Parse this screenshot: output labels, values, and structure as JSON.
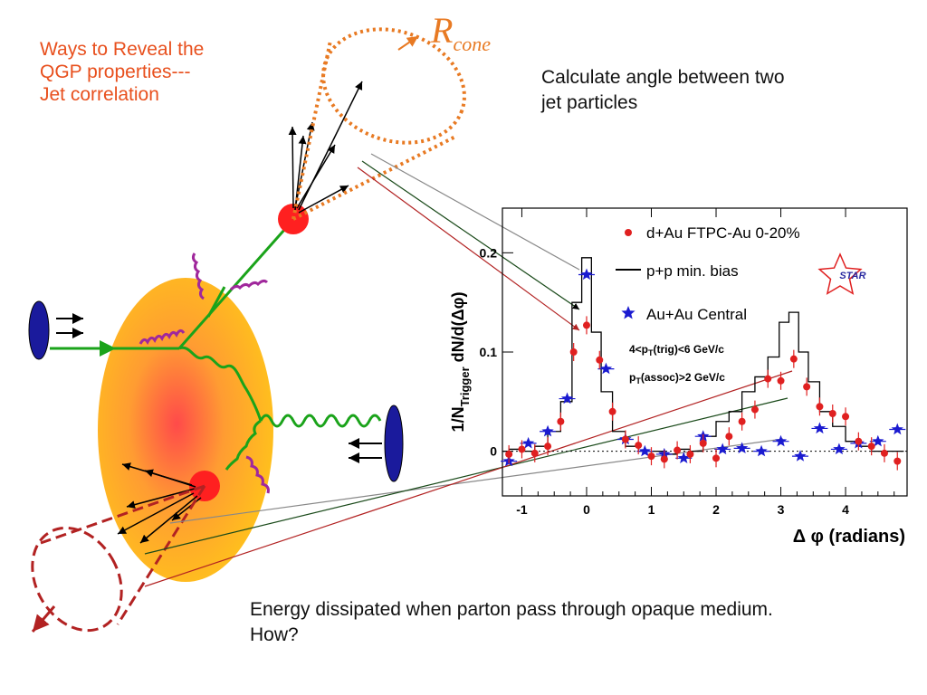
{
  "slide": {
    "title_lines": [
      "Ways to Reveal the",
      "QGP properties---",
      "Jet correlation"
    ],
    "top_note_lines": [
      "Calculate angle between two",
      "jet particles"
    ],
    "bottom_note_lines": [
      "Energy dissipated when parton pass through opaque medium.",
      "How?"
    ],
    "rcone_main": "R",
    "rcone_sub": "cone"
  },
  "colors": {
    "title": "#e8501e",
    "cone": "#e87a23",
    "away_cone": "#b22222",
    "gluon": "#1aa31a",
    "purple_gluon": "#a0289c",
    "parton": "#ff2020",
    "nucleus": "#1a1a9c"
  },
  "chart_data": {
    "type": "scatter",
    "xlabel": "Δ φ (radians)",
    "ylabel_parts": [
      "1/N",
      "Trigger",
      " dN/d(Δφ)"
    ],
    "xlim": [
      -1.3,
      4.95
    ],
    "ylim": [
      -0.045,
      0.245
    ],
    "xticks": [
      -1,
      0,
      1,
      2,
      3,
      4
    ],
    "yticks": [
      0,
      0.1,
      0.2
    ],
    "xtick_labels": [
      "-1",
      "0",
      "1",
      "2",
      "3",
      "4"
    ],
    "ytick_labels": [
      "0",
      "0.1",
      "0.2"
    ],
    "legend": [
      {
        "label": "d+Au FTPC-Au 0-20%",
        "marker": "circle",
        "color": "#e02020"
      },
      {
        "label": "p+p min. bias",
        "marker": "line",
        "color": "#000000"
      },
      {
        "label": "Au+Au Central",
        "marker": "star",
        "color": "#1a1ad0"
      }
    ],
    "cuts": {
      "trig_pre": "4<p",
      "trig_sub": "T",
      "trig_post": "(trig)<6 GeV/c",
      "assoc_pre": "p",
      "assoc_sub": "T",
      "assoc_post": "(assoc)>2 GeV/c"
    },
    "logo_text": "STAR",
    "series": [
      {
        "name": "d+Au FTPC-Au 0-20%",
        "x": [
          -1.2,
          -1.0,
          -0.8,
          -0.6,
          -0.4,
          -0.2,
          0.0,
          0.2,
          0.4,
          0.6,
          0.8,
          1.0,
          1.2,
          1.4,
          1.6,
          1.8,
          2.0,
          2.2,
          2.4,
          2.6,
          2.8,
          3.0,
          3.2,
          3.4,
          3.6,
          3.8,
          4.0,
          4.2,
          4.4,
          4.6,
          4.8
        ],
        "y": [
          -0.003,
          0.002,
          -0.002,
          0.005,
          0.03,
          0.1,
          0.127,
          0.092,
          0.04,
          0.012,
          0.006,
          -0.005,
          -0.008,
          0.001,
          -0.003,
          0.008,
          -0.007,
          0.015,
          0.03,
          0.042,
          0.073,
          0.071,
          0.093,
          0.065,
          0.045,
          0.038,
          0.035,
          0.01,
          0.005,
          -0.002,
          -0.01
        ]
      },
      {
        "name": "Au+Au Central",
        "x": [
          -1.2,
          -0.9,
          -0.6,
          -0.3,
          0.0,
          0.3,
          0.6,
          0.9,
          1.2,
          1.5,
          1.8,
          2.1,
          2.4,
          2.7,
          3.0,
          3.3,
          3.6,
          3.9,
          4.2,
          4.5,
          4.8
        ],
        "y": [
          -0.01,
          0.008,
          0.02,
          0.053,
          0.178,
          0.083,
          0.012,
          0.0,
          -0.003,
          -0.007,
          0.015,
          0.002,
          0.003,
          0.0,
          0.01,
          -0.005,
          0.023,
          0.002,
          0.008,
          0.01,
          0.022
        ]
      },
      {
        "name": "p+p min. bias",
        "x": [
          -1.3,
          -1.1,
          -0.9,
          -0.7,
          -0.5,
          -0.3,
          -0.15,
          0.0,
          0.15,
          0.3,
          0.5,
          0.7,
          0.9,
          1.1,
          1.3,
          1.5,
          1.7,
          1.9,
          2.1,
          2.3,
          2.5,
          2.7,
          2.9,
          3.05,
          3.2,
          3.35,
          3.5,
          3.7,
          3.9,
          4.1,
          4.3,
          4.5,
          4.7,
          4.9
        ],
        "y": [
          0.0,
          0.002,
          0.0,
          0.005,
          0.02,
          0.05,
          0.15,
          0.195,
          0.12,
          0.06,
          0.02,
          0.005,
          0.0,
          0.0,
          -0.003,
          0.002,
          0.0,
          0.015,
          0.03,
          0.04,
          0.06,
          0.075,
          0.095,
          0.13,
          0.14,
          0.1,
          0.07,
          0.04,
          0.025,
          0.01,
          0.005,
          0.0,
          0.0,
          0.0
        ]
      }
    ]
  }
}
